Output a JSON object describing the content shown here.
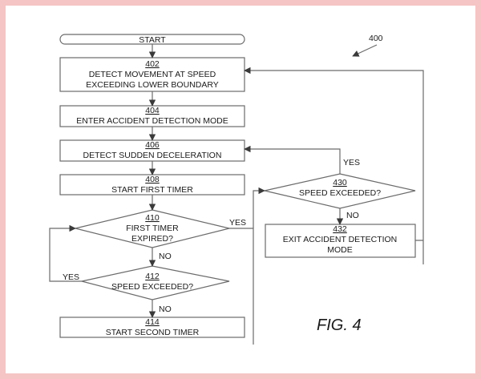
{
  "diagram": {
    "ref_number": "400",
    "figure_label": "FIG. 4",
    "start_label": "START",
    "steps": {
      "s402": {
        "num": "402",
        "line1": "DETECT MOVEMENT AT SPEED",
        "line2": "EXCEEDING LOWER BOUNDARY"
      },
      "s404": {
        "num": "404",
        "line1": "ENTER ACCIDENT DETECTION MODE"
      },
      "s406": {
        "num": "406",
        "line1": "DETECT SUDDEN DECELERATION"
      },
      "s408": {
        "num": "408",
        "line1": "START FIRST TIMER"
      },
      "s410": {
        "num": "410",
        "line1": "FIRST TIMER",
        "line2": "EXPIRED?"
      },
      "s412": {
        "num": "412",
        "line1": "SPEED EXCEEDED?"
      },
      "s414": {
        "num": "414",
        "line1": "START SECOND TIMER"
      },
      "s430": {
        "num": "430",
        "line1": "SPEED EXCEEDED?"
      },
      "s432": {
        "num": "432",
        "line1": "EXIT ACCIDENT DETECTION",
        "line2": "MODE"
      }
    },
    "edges": {
      "yes": "YES",
      "no": "NO"
    }
  }
}
